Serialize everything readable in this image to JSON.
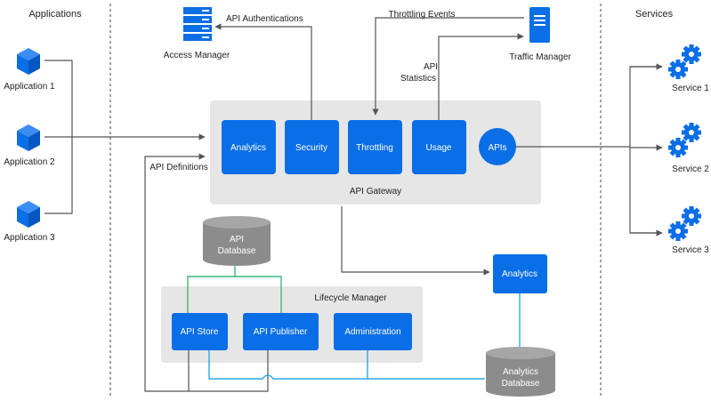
{
  "sections": {
    "applications": "Applications",
    "services": "Services"
  },
  "applications": [
    "Application 1",
    "Application 2",
    "Application 3"
  ],
  "services": [
    "Service 1",
    "Service 2",
    "Service 3"
  ],
  "access_manager": "Access Manager",
  "traffic_manager": "Traffic Manager",
  "labels": {
    "api_authentications": "API Authentications",
    "throttling_events": "Throttling Events",
    "api_statistics_1": "API",
    "api_statistics_2": "Statistics",
    "api_definitions": "API Definitions"
  },
  "gateway": {
    "title": "API Gateway",
    "components": [
      "Analytics",
      "Security",
      "Throttling",
      "Usage"
    ],
    "apis": "APIs"
  },
  "api_database": [
    "API",
    "Database"
  ],
  "lifecycle": {
    "title": "Lifecycle Manager",
    "components": [
      "API Store",
      "API Publisher",
      "Administration"
    ]
  },
  "analytics_box": "Analytics",
  "analytics_database": [
    "Analytics",
    "Database"
  ],
  "colors": {
    "blue": "#0a6ee6",
    "panel": "#e6e6e6",
    "cylinder": "#8c8c8c",
    "line": "#555555",
    "green": "#3cb878",
    "cyan": "#2aa8e0"
  }
}
